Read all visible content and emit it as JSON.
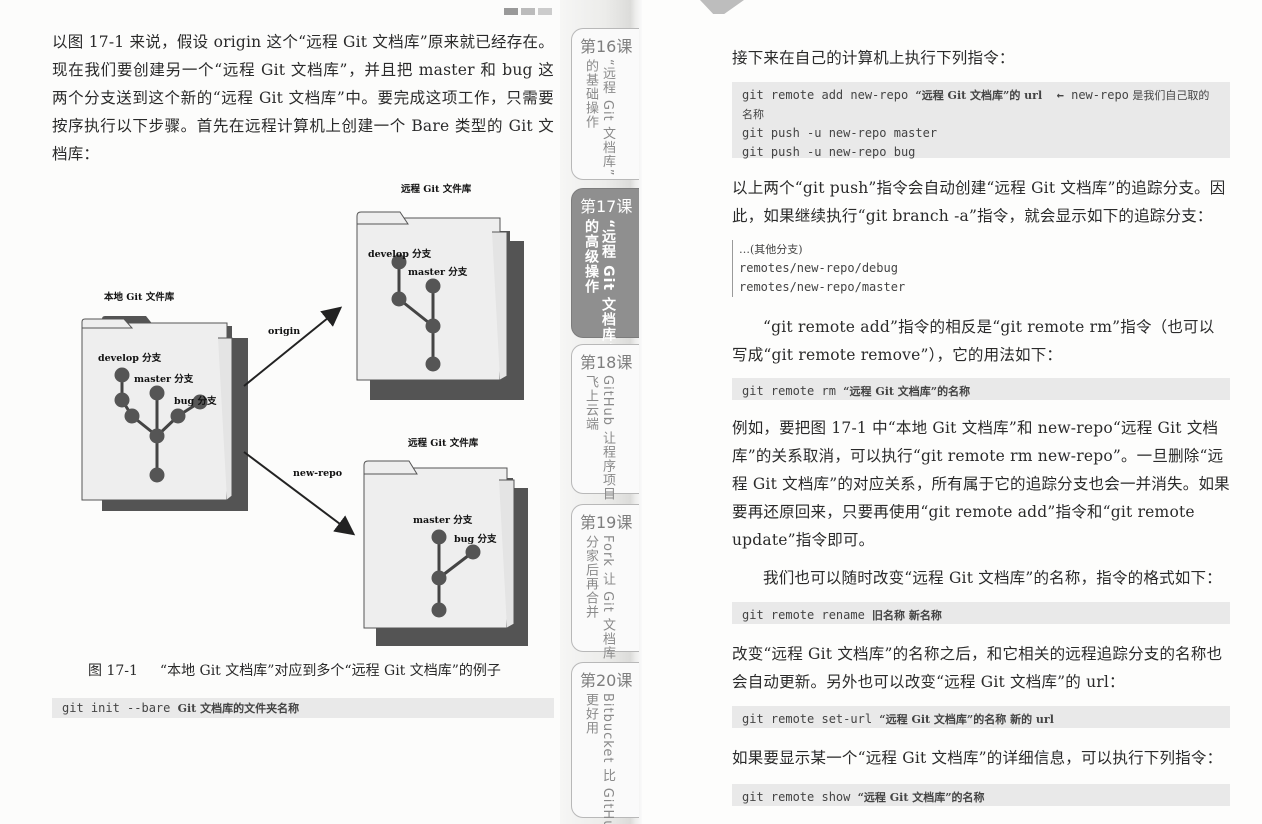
{
  "left_page": {
    "paragraph": "以图 17-1 来说，假设 origin 这个“远程 Git 文档库”原来就已经存在。现在我们要创建另一个“远程 Git 文档库”，并且把 master 和 bug 这两个分支送到这个新的“远程 Git 文档库”中。要完成这项工作，只需要按序执行以下步骤。首先在远程计算机上创建一个 Bare 类型的 Git 文档库：",
    "figure": {
      "local_repo_title": "本地 Git 文件库",
      "remote_repo_title_1": "远程 Git 文件库",
      "remote_repo_title_2": "远程 Git 文件库",
      "arrow_label_origin": "origin",
      "arrow_label_new_repo": "new-repo",
      "local_branches": [
        "develop 分支",
        "master 分支",
        "bug 分支"
      ],
      "remote1_branches": [
        "develop 分支",
        "master 分支"
      ],
      "remote2_branches": [
        "master 分支",
        "bug 分支"
      ]
    },
    "caption_number": "图 17-1",
    "caption_text": "“本地 Git 文档库”对应到多个“远程 Git 文档库”的例子",
    "code": {
      "prefix": "git init --bare ",
      "cn": "Git 文档库的文件夹名称"
    }
  },
  "tabs": [
    {
      "title": "第16课",
      "columns": [
        "“远程 Git 文档库”",
        "的基础操作"
      ],
      "active": false
    },
    {
      "title": "第17课",
      "columns": [
        "“远程 Git 文档库”",
        "的高级操作"
      ],
      "active": true
    },
    {
      "title": "第18课",
      "columns": [
        "GitHub 让程序项目",
        "飞上云端"
      ],
      "active": false
    },
    {
      "title": "第19课",
      "columns": [
        "Fork 让 Git 文档库",
        "分家后再合并"
      ],
      "active": false
    },
    {
      "title": "第20课",
      "columns": [
        "Bitbucket 比 GitHub",
        "更好用"
      ],
      "active": false
    }
  ],
  "right_page": {
    "p1": "接下来在自己的计算机上执行下列指令：",
    "code1": {
      "l1_code": "git remote add new-repo ",
      "l1_cn": "“远程 Git 文档库”的 url",
      "l1_arrow": "←",
      "l1_note_code": "new-repo",
      "l1_note_cn": " 是我们自己取的名称",
      "l2": "git push -u new-repo master",
      "l3": "git push -u new-repo bug"
    },
    "p2": "以上两个“git push”指令会自动创建“远程 Git 文档库”的追踪分支。因此，如果继续执行“git branch -a”指令，就会显示如下的追踪分支：",
    "list": {
      "l1": "…(其他分支)",
      "l2": "remotes/new-repo/debug",
      "l3": "remotes/new-repo/master"
    },
    "p3": "“git remote add”指令的相反是“git remote rm”指令（也可以写成“git remote remove”），它的用法如下：",
    "code2": {
      "code": "git remote rm ",
      "cn": "“远程 Git 文档库”的名称"
    },
    "p4": "例如，要把图 17-1 中“本地 Git 文档库”和 new-repo“远程 Git 文档库”的关系取消，可以执行“git remote rm new-repo”。一旦删除“远程 Git 文档库”的对应关系，所有属于它的追踪分支也会一并消失。如果要再还原回来，只要再使用“git remote add”指令和“git remote update”指令即可。",
    "p5": "我们也可以随时改变“远程 Git 文档库”的名称，指令的格式如下：",
    "code3": {
      "code": "git remote rename ",
      "cn": "旧名称 新名称"
    },
    "p6": "改变“远程 Git 文档库”的名称之后，和它相关的远程追踪分支的名称也会自动更新。另外也可以改变“远程 Git 文档库”的 url：",
    "code4": {
      "code": "git remote set-url ",
      "cn": "“远程 Git 文档库”的名称 新的 url"
    },
    "p7": "如果要显示某一个“远程 Git 文档库”的详细信息，可以执行下列指令：",
    "code5": {
      "code": "git remote show ",
      "cn": "“远程 Git 文档库”的名称"
    }
  }
}
